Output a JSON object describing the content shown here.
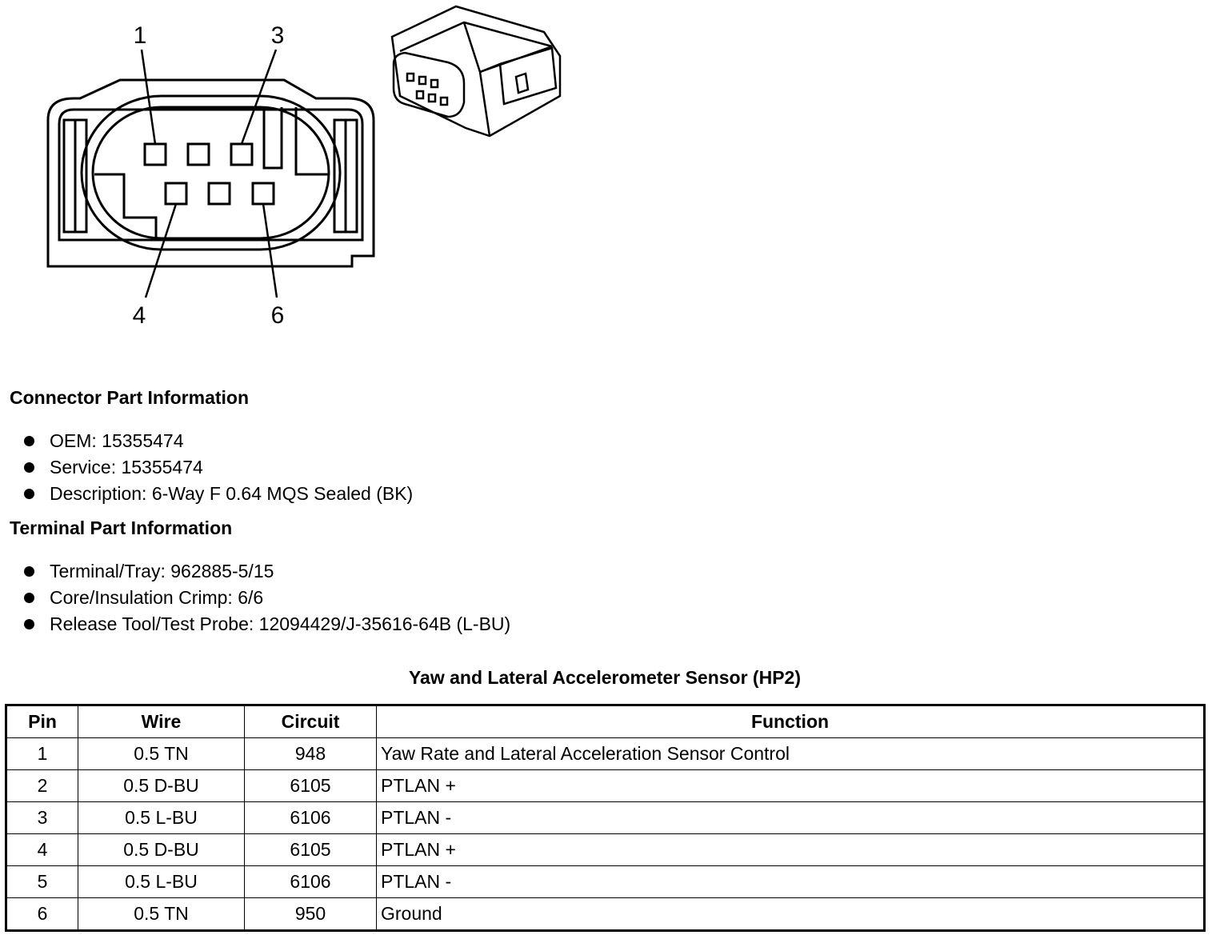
{
  "diagram": {
    "pin_labels": [
      "1",
      "3",
      "4",
      "6"
    ]
  },
  "connector_info": {
    "heading": "Connector Part Information",
    "items": [
      "OEM: 15355474",
      "Service: 15355474",
      "Description: 6-Way F 0.64 MQS Sealed (BK)"
    ]
  },
  "terminal_info": {
    "heading": "Terminal Part Information",
    "items": [
      "Terminal/Tray: 962885-5/15",
      "Core/Insulation Crimp: 6/6",
      "Release Tool/Test Probe: 12094429/J-35616-64B (L-BU)"
    ]
  },
  "table": {
    "title": "Yaw and Lateral Accelerometer Sensor (HP2)",
    "headers": [
      "Pin",
      "Wire",
      "Circuit",
      "Function"
    ],
    "rows": [
      [
        "1",
        "0.5 TN",
        "948",
        "Yaw Rate and Lateral Acceleration Sensor Control"
      ],
      [
        "2",
        "0.5 D-BU",
        "6105",
        "PTLAN +"
      ],
      [
        "3",
        "0.5 L-BU",
        "6106",
        "PTLAN -"
      ],
      [
        "4",
        "0.5 D-BU",
        "6105",
        "PTLAN +"
      ],
      [
        "5",
        "0.5 L-BU",
        "6106",
        "PTLAN -"
      ],
      [
        "6",
        "0.5 TN",
        "950",
        "Ground"
      ]
    ]
  }
}
